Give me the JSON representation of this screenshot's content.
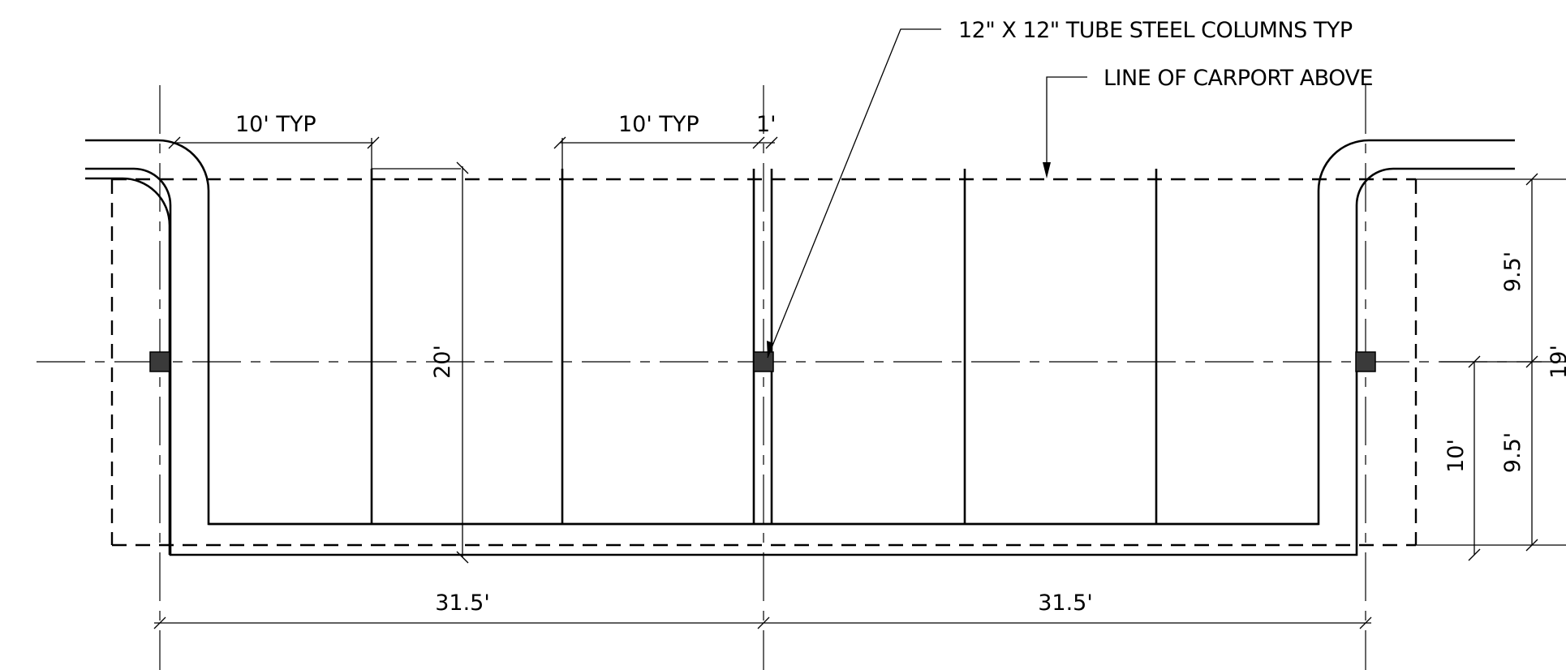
{
  "notes": {
    "columns": "12\" X 12\" TUBE STEEL COLUMNS TYP",
    "carport": "LINE OF CARPORT ABOVE"
  },
  "dimensions": {
    "spacing_left": "10' TYP",
    "spacing_mid": "10' TYP",
    "gap": "1'",
    "depth": "20'",
    "bottom_left": "31.5'",
    "bottom_right": "31.5'",
    "right_upper": "9.5'",
    "right_lower": "9.5'",
    "right_total": "19'",
    "right_inner": "10'"
  },
  "colors": {
    "line": "#000000",
    "column_fill": "#3a3a3a",
    "background": "#ffffff"
  }
}
